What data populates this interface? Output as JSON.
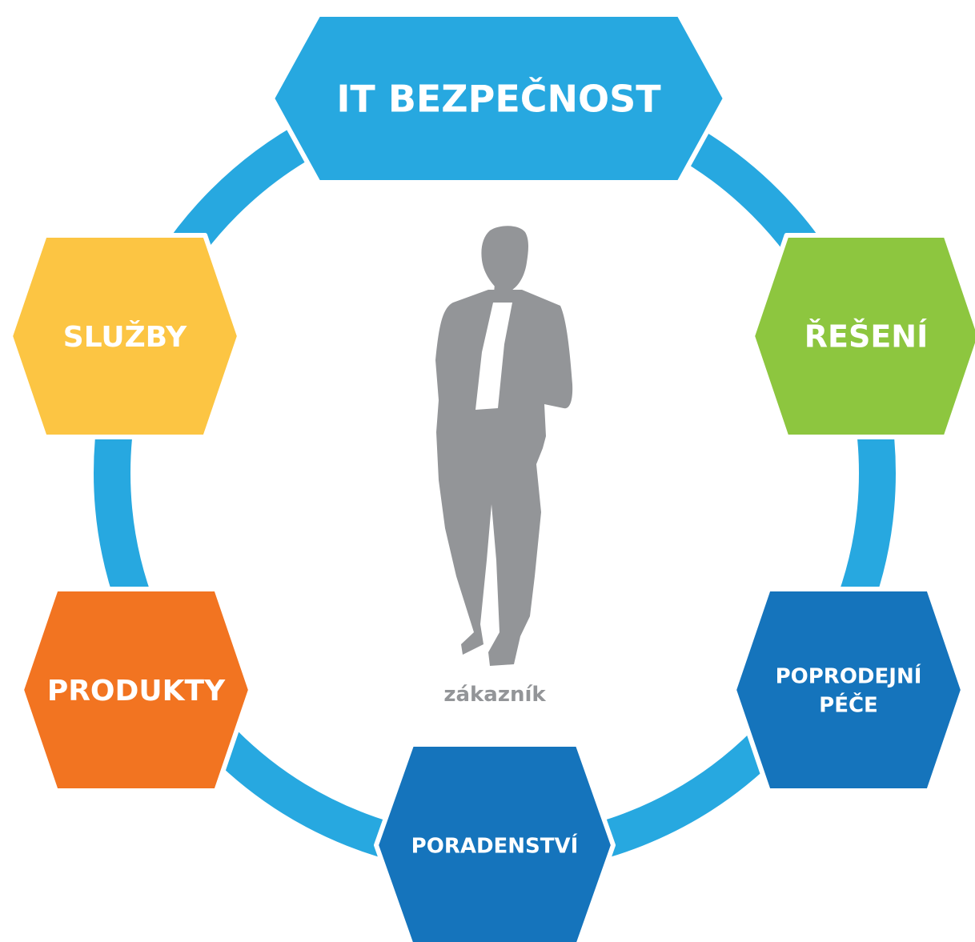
{
  "diagram": {
    "center": {
      "label": "zákazník",
      "figure_icon": "person-silhouette-icon",
      "figure_color": "#939598"
    },
    "ring_color": "#27a8e0",
    "nodes": [
      {
        "id": "it-bezpecnost",
        "lines": [
          "IT BEZPEČNOST"
        ],
        "color": "#27a8e0"
      },
      {
        "id": "reseni",
        "lines": [
          "ŘEŠENÍ"
        ],
        "color": "#8dc63f"
      },
      {
        "id": "poprodejni-pece",
        "lines": [
          "POPRODEJNÍ",
          "PÉČE"
        ],
        "color": "#1574bc"
      },
      {
        "id": "poradenstvi",
        "lines": [
          "PORADENSTVÍ"
        ],
        "color": "#1574bc"
      },
      {
        "id": "produkty",
        "lines": [
          "PRODUKTY"
        ],
        "color": "#f27421"
      },
      {
        "id": "sluzby",
        "lines": [
          "SLUŽBY"
        ],
        "color": "#fcc543"
      }
    ]
  }
}
